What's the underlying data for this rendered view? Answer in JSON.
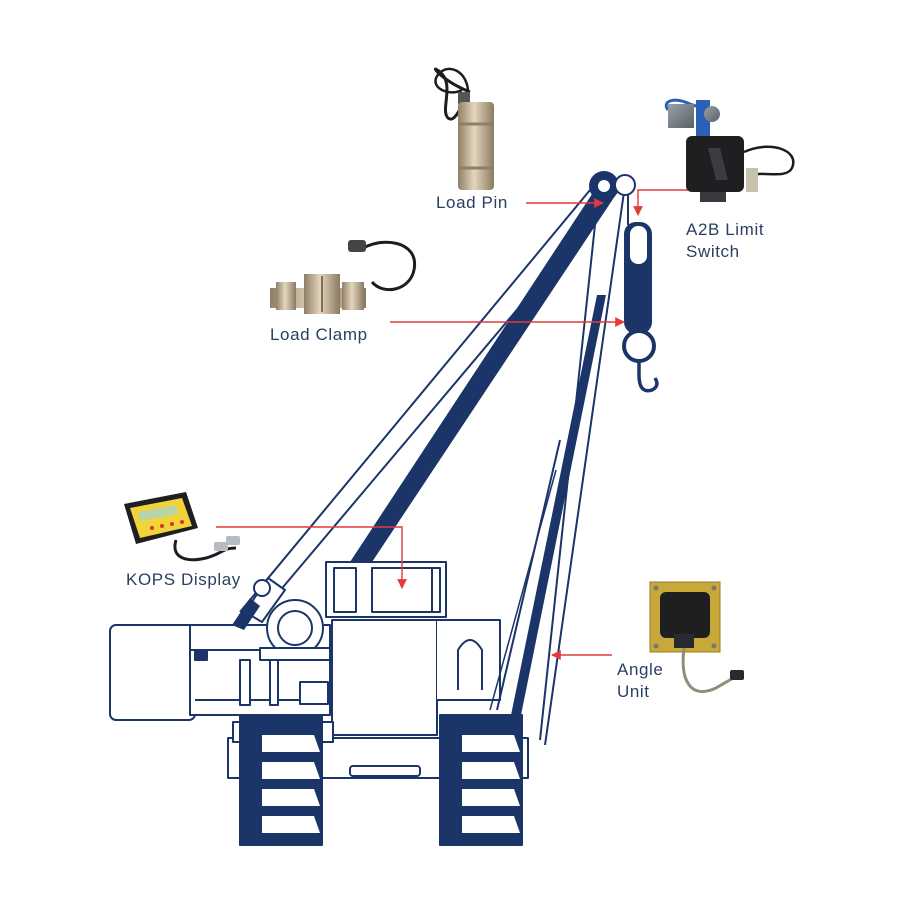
{
  "labels": {
    "load_pin": "Load Pin",
    "a2b_line1": "A2B Limit",
    "a2b_line2": "Switch",
    "load_clamp": "Load Clamp",
    "kops_display": "KOPS Display",
    "angle_line1": "Angle",
    "angle_line2": "Unit"
  },
  "colors": {
    "navy": "#1b3568",
    "arrow_red": "#e23b3b",
    "label_text": "#2a3f63",
    "bronze": "#b9a98e",
    "display_yellow": "#f2d43a"
  },
  "icons": {
    "load_pin": "load-pin-icon",
    "a2b_switch": "a2b-limit-switch-icon",
    "load_clamp": "load-clamp-icon",
    "kops_display": "kops-display-icon",
    "angle_unit": "angle-unit-icon"
  }
}
